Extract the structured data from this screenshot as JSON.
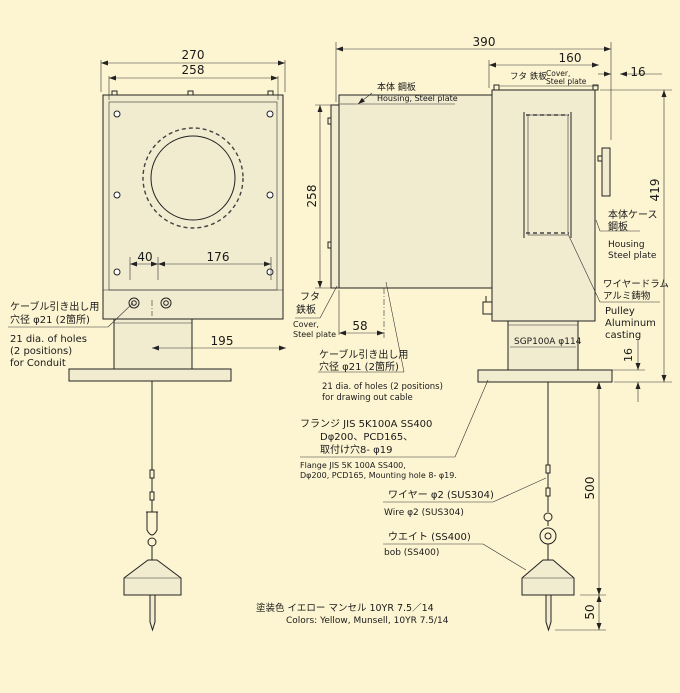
{
  "colors": {
    "background": "#fdf5d2",
    "line": "#222222",
    "body_fill": "#f1ebcf"
  },
  "dimensions": {
    "front_width_outer": "270",
    "front_width_inner": "258",
    "hole_offset_40": "40",
    "hole_spacing_176": "176",
    "base_195": "195",
    "side_total_390": "390",
    "side_160": "160",
    "side_16_top": "16",
    "side_height_258": "258",
    "side_58": "58",
    "side_height_419": "419",
    "flange_16": "16",
    "wire_500": "500",
    "bob_50": "50"
  },
  "labels": {
    "front_conduit_jp": "ケーブル引き出し用\n穴径 φ21 (2箇所)",
    "front_conduit_en": "21 dia. of holes\n(2 positions)\nfor Conduit",
    "housing_jp": "本体  鋼板",
    "housing_en": "Housing, Steel plate",
    "cover_top_jp": "フタ 鉄板",
    "cover_top_en": "Cover,\nSteel plate",
    "side_cover_jp": "フタ\n鉄板",
    "side_cover_en": "Cover,\nSteel plate",
    "body_case_jp": "本体ケース\n鋼板",
    "body_case_en": "Housing\nSteel plate",
    "pulley_jp": "ワイヤードラム\nアルミ鋳物",
    "pulley_en": "Pulley\nAluminum\ncasting",
    "sgp": "SGP100A  φ114",
    "cable_jp": "ケーブル引き出し用\n穴径 φ21 (2箇所)",
    "cable_en": "21 dia. of holes (2 positions)\nfor drawing out cable",
    "flange_jp": "フランジ  JIS 5K100A  SS400\nDφ200、PCD165、\n取付け穴8- φ19",
    "flange_en": "Flange JIS 5K 100A  SS400,\nDφ200, PCD165, Mounting hole 8- φ19.",
    "wire_jp": "ワイヤー  φ2 (SUS304)",
    "wire_en": "Wire  φ2 (SUS304)",
    "bob_jp": "ウエイト (SS400)",
    "bob_en": "bob (SS400)",
    "color_jp": "塗装色    イエロー    マンセル    10YR  7.5／14",
    "color_en": "Colors:  Yellow, Munsell, 10YR 7.5/14"
  }
}
